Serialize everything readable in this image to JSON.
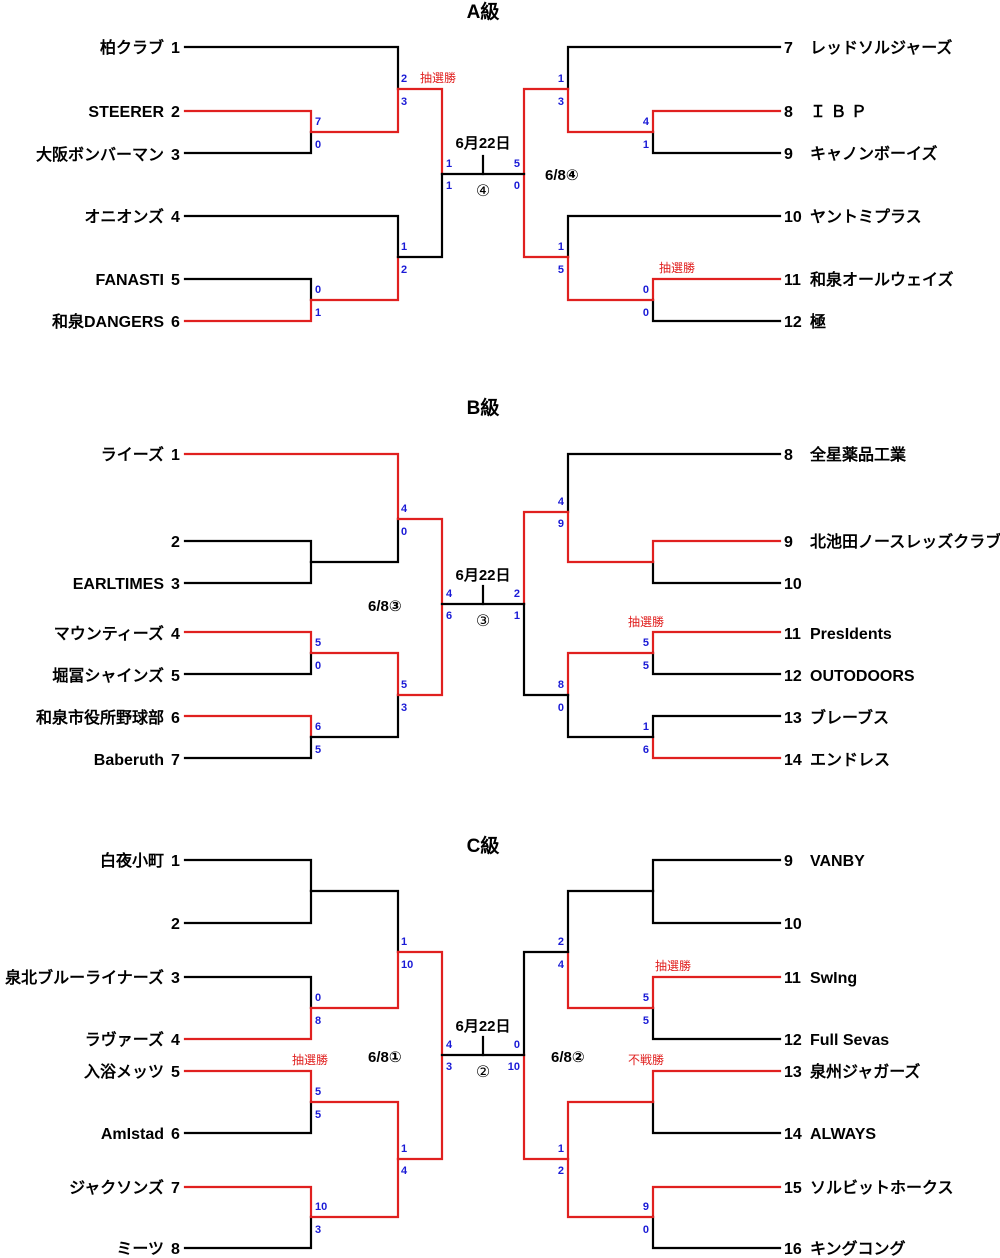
{
  "colors": {
    "winner": "#e0201f",
    "loser": "#000000",
    "score": "#1a1ad6",
    "note": "#e0201f"
  },
  "brackets": [
    {
      "id": "a",
      "title": "A級",
      "left_teams": [
        {
          "name": "柏クラブ",
          "num": "1"
        },
        {
          "name": "STEERER",
          "num": "2"
        },
        {
          "name": "大阪ボンバーマン",
          "num": "3"
        },
        {
          "name": "オニオンズ",
          "num": "4"
        },
        {
          "name": "FANASTI",
          "num": "5"
        },
        {
          "name": "和泉DANGERS",
          "num": "6"
        }
      ],
      "right_teams": [
        {
          "num": "7",
          "name": "レッドソルジャーズ"
        },
        {
          "num": "8",
          "name": "Ｉ Ｂ Ｐ"
        },
        {
          "num": "9",
          "name": "キャノンボーイズ"
        },
        {
          "num": "10",
          "name": "ヤントミプラス"
        },
        {
          "num": "11",
          "name": "和泉オールウェイズ"
        },
        {
          "num": "12",
          "name": "極"
        }
      ],
      "final": {
        "date": "6月22日",
        "circle": "④",
        "scores": [
          "1",
          "1",
          "5",
          "0"
        ]
      },
      "semi_dates": [
        "",
        "6/8④"
      ],
      "scores": [
        "2",
        "3",
        "7",
        "0",
        "1",
        "2",
        "0",
        "1",
        "1",
        "3",
        "4",
        "1",
        "1",
        "5",
        "0",
        "0"
      ],
      "notes": [
        "抽選勝",
        "抽選勝"
      ]
    },
    {
      "id": "b",
      "title": "B級",
      "left_teams": [
        {
          "name": "ライーズ",
          "num": "1"
        },
        {
          "name": "",
          "num": "2"
        },
        {
          "name": "EARLTIMES",
          "num": "3"
        },
        {
          "name": "マウンティーズ",
          "num": "4"
        },
        {
          "name": "堀冨シャインズ",
          "num": "5"
        },
        {
          "name": "和泉市役所野球部",
          "num": "6"
        },
        {
          "name": "Baberuth",
          "num": "7"
        }
      ],
      "right_teams": [
        {
          "num": "8",
          "name": "全星薬品工業"
        },
        {
          "num": "9",
          "name": "北池田ノースレッズクラブ"
        },
        {
          "num": "10",
          "name": ""
        },
        {
          "num": "11",
          "name": "PresIdents"
        },
        {
          "num": "12",
          "name": "OUTODOORS"
        },
        {
          "num": "13",
          "name": "ブレーブス"
        },
        {
          "num": "14",
          "name": "エンドレス"
        }
      ],
      "final": {
        "date": "6月22日",
        "circle": "③",
        "scores": [
          "4",
          "6",
          "2",
          "1"
        ]
      },
      "semi_dates": [
        "6/8③",
        ""
      ],
      "scores": [
        "4",
        "0",
        "5",
        "0",
        "6",
        "5",
        "5",
        "3",
        "4",
        "9",
        "8",
        "0",
        "5",
        "5",
        "1",
        "6"
      ],
      "notes": [
        "抽選勝"
      ]
    },
    {
      "id": "c",
      "title": "C級",
      "left_teams": [
        {
          "name": "白夜小町",
          "num": "1"
        },
        {
          "name": "",
          "num": "2"
        },
        {
          "name": "泉北ブルーライナーズ",
          "num": "3"
        },
        {
          "name": "ラヴァーズ",
          "num": "4"
        },
        {
          "name": "入浴メッツ",
          "num": "5"
        },
        {
          "name": "AmIstad",
          "num": "6"
        },
        {
          "name": "ジャクソンズ",
          "num": "7"
        },
        {
          "name": "ミーツ",
          "num": "8"
        }
      ],
      "right_teams": [
        {
          "num": "9",
          "name": "VANBY"
        },
        {
          "num": "10",
          "name": ""
        },
        {
          "num": "11",
          "name": "SwIng"
        },
        {
          "num": "12",
          "name": "Full Sevas"
        },
        {
          "num": "13",
          "name": "泉州ジャガーズ"
        },
        {
          "num": "14",
          "name": "ALWAYS"
        },
        {
          "num": "15",
          "name": "ソルビットホークス"
        },
        {
          "num": "16",
          "name": "キングコング"
        }
      ],
      "final": {
        "date": "6月22日",
        "circle": "②",
        "scores": [
          "4",
          "3",
          "0",
          "10"
        ]
      },
      "semi_dates": [
        "6/8①",
        "6/8②"
      ],
      "scores": [
        "0",
        "8",
        "1",
        "10",
        "5",
        "5",
        "10",
        "3",
        "1",
        "4",
        "2",
        "4",
        "5",
        "5",
        "9",
        "0",
        "1",
        "2"
      ],
      "notes": [
        "抽選勝",
        "抽選勝",
        "不戦勝"
      ]
    }
  ]
}
